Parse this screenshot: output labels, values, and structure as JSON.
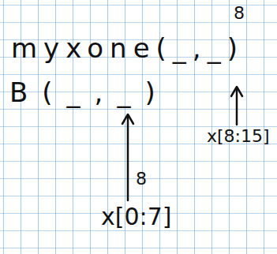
{
  "diagram": {
    "labels": [
      "myxone(_,_)",
      "8",
      "B(_,_)",
      "x[8:15]",
      "8",
      "x[0:7]"
    ]
  }
}
